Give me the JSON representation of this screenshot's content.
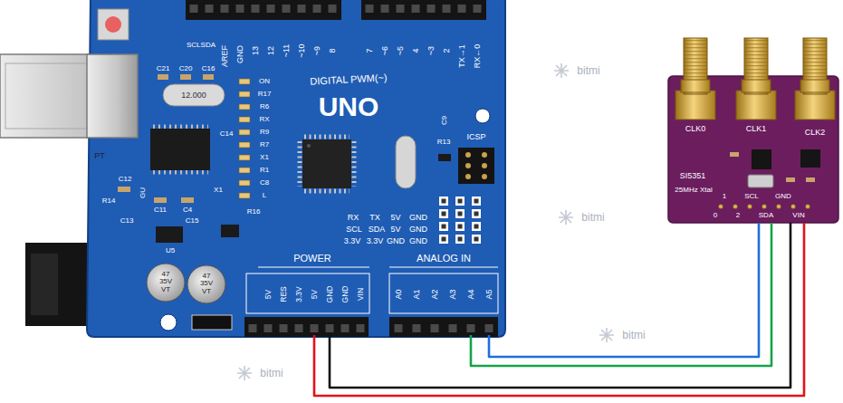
{
  "diagram": {
    "nodes": [
      {
        "text": [
          "UNO"
        ]
      },
      {
        "text": [
          "SI5351"
        ]
      }
    ],
    "edges": [
      {
        "from": 0,
        "to": 1,
        "arrow": "none"
      },
      {
        "from": 0,
        "to": 1,
        "arrow": "none"
      },
      {
        "from": 0,
        "to": 1,
        "arrow": "none"
      },
      {
        "from": 0,
        "to": 1,
        "arrow": "none"
      }
    ],
    "labels": [
      "SCLSDA",
      "AREF",
      "GND",
      "13",
      "12",
      "~11",
      "~10",
      "~9",
      "8",
      "7",
      "~6",
      "~5",
      "4",
      "~3",
      "2",
      "TX→1",
      "RX←0",
      "DIGITAL PWM(~)",
      "C21",
      "C20",
      "C16",
      "12.000",
      "C14",
      "PT",
      "C12",
      "R14",
      "GU",
      "X1",
      "C11",
      "C4",
      "C13",
      "C15",
      "U5",
      "R16",
      "ON",
      "R17",
      "R6",
      "RX",
      "R9",
      "R7",
      "X1",
      "R1",
      "C8",
      "L",
      "C9",
      "R13",
      "ICSP",
      "RX",
      "TX",
      "5V",
      "GND",
      "SCL",
      "SDA",
      "5V",
      "GND",
      "3.3V",
      "3.3V",
      "GND",
      "GND",
      "47 35V VT",
      "47 35V VT",
      "POWER",
      "ANALOG IN",
      "5V",
      "RES",
      "3.3V",
      "5V",
      "GND",
      "GND",
      "VIN",
      "A0",
      "A1",
      "A2",
      "A3",
      "A4",
      "A5",
      "CLK0",
      "CLK1",
      "CLK2",
      "25MHz Xtal",
      "1",
      "SCL",
      "GND",
      "0",
      "2",
      "SDA",
      "VIN",
      "bitmi",
      "bitmi",
      "bitmi",
      "bitmi"
    ]
  }
}
